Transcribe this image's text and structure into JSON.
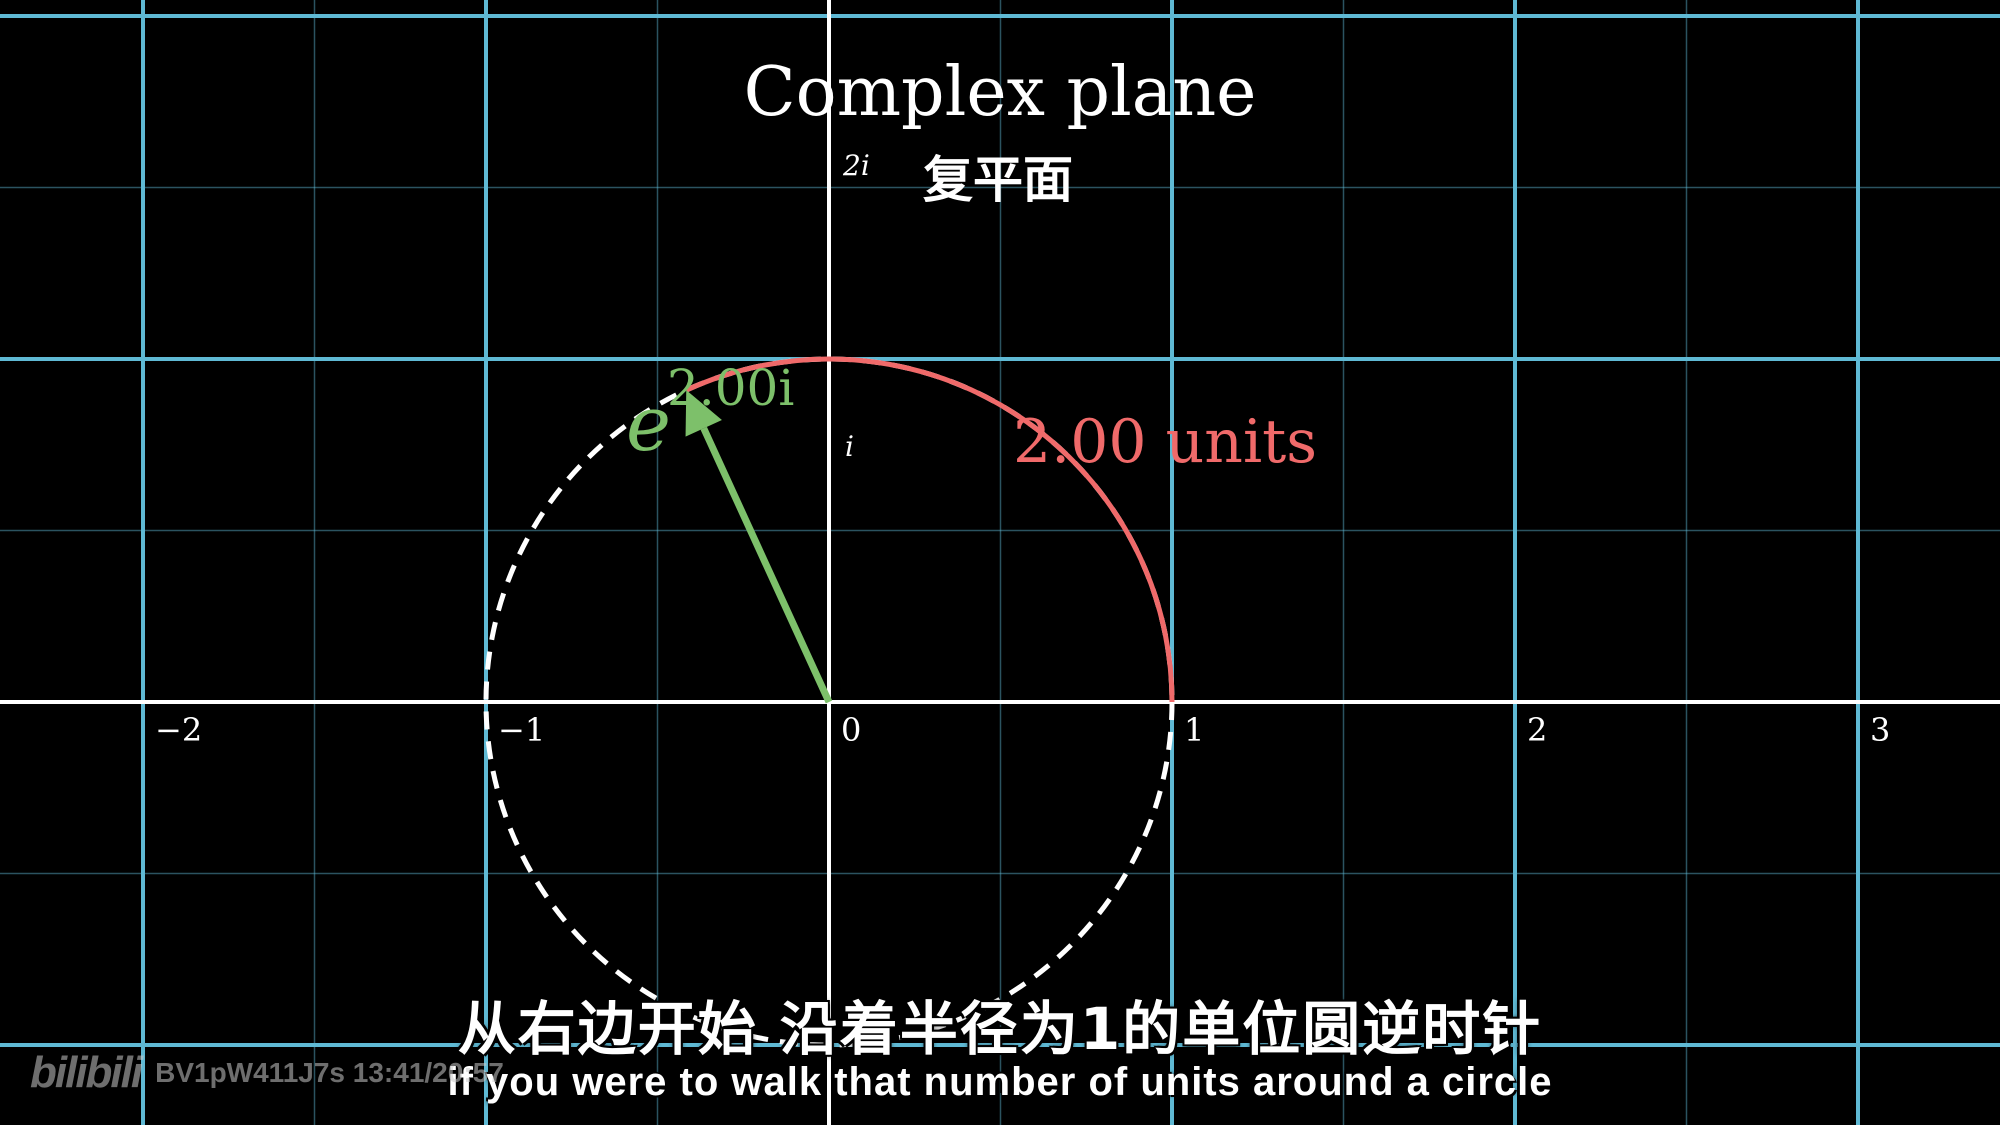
{
  "title": "Complex plane",
  "title_zh": "复平面",
  "tick_2i": "2i",
  "tick_i": "i",
  "x_ticks": [
    "−2",
    "−1",
    "0",
    "1",
    "2",
    "3"
  ],
  "exp_base": "e",
  "exp_power": "2.00i",
  "arc_label": "2.00 units",
  "arc_length_units": 2.0,
  "colors": {
    "grid": "#5fb9d4",
    "axes": "#ffffff",
    "arc": "#f06a6a",
    "vector": "#7dc06a",
    "circle": "#ffffff"
  },
  "subtitle_zh": "从右边开始 沿着半径为1的单位圆逆时针",
  "subtitle_en": "if you were to walk that number of units around a circle",
  "watermark_logo": "bilibili",
  "watermark_text": "BV1pW411J7s 13:41/20:57"
}
